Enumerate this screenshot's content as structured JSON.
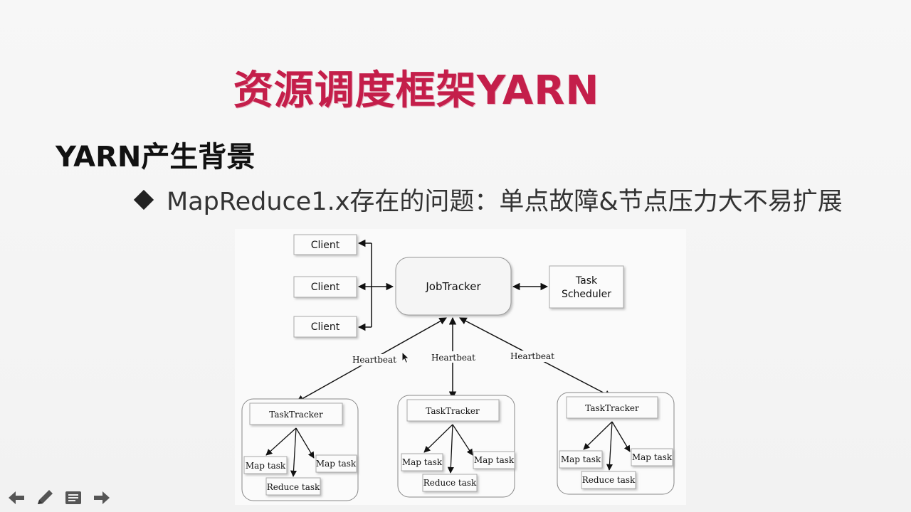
{
  "slide": {
    "title": "资源调度框架YARN",
    "section_heading": "YARN产生背景",
    "bullet_text": "MapReduce1.x存在的问题：单点故障&节点压力大不易扩展"
  },
  "diagram": {
    "clients": [
      "Client",
      "Client",
      "Client"
    ],
    "jobtracker": "JobTracker",
    "task_scheduler_line1": "Task",
    "task_scheduler_line2": "Scheduler",
    "heartbeats": [
      "Heartbeat",
      "Heartbeat",
      "Heartbeat"
    ],
    "tasktrackers": [
      {
        "name": "TaskTracker",
        "map1": "Map task",
        "map2": "Map task",
        "reduce": "Reduce task"
      },
      {
        "name": "TaskTracker",
        "map1": "Map task",
        "map2": "Map task",
        "reduce": "Reduce task"
      },
      {
        "name": "TaskTracker",
        "map1": "Map task",
        "map2": "Map task",
        "reduce": "Reduce task"
      }
    ]
  },
  "nav": {
    "icons": [
      "arrow-left-icon",
      "pen-icon",
      "menu-icon",
      "arrow-right-icon"
    ]
  },
  "colors": {
    "title": "#c41e4a",
    "text": "#333333"
  }
}
